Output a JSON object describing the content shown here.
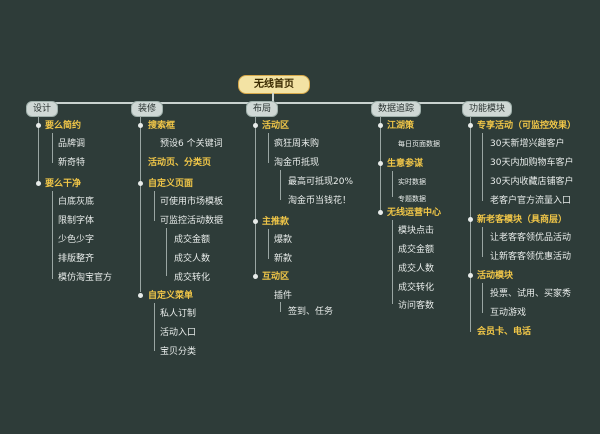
{
  "diagram": {
    "type": "mind-map",
    "root": "无线首页",
    "colors": {
      "background": "#2e3c39",
      "root_fill": "#f3e3a4",
      "section_text": "#f0c648",
      "item_text": "#e8ecea",
      "category_fill": "#cfd8d5"
    },
    "columns": [
      {
        "label": "设计",
        "sections": [
          {
            "label": "要么简约",
            "items": [
              "品牌调",
              "新奇特"
            ]
          },
          {
            "label": "要么干净",
            "items": [
              "白底灰底",
              "限制字体",
              "少色少字",
              "排版整齐",
              "模仿淘宝官方"
            ]
          }
        ]
      },
      {
        "label": "装修",
        "sections": [
          {
            "label": "搜索框",
            "items": [
              "预设6 个关键词"
            ]
          },
          {
            "label": "活动页、分类页",
            "items": []
          },
          {
            "label": "自定义页面",
            "items": [
              "可使用市场模板",
              "可监控活动数据"
            ],
            "sub_items": [
              "成交金额",
              "成交人数",
              "成交转化"
            ]
          },
          {
            "label": "自定义菜单",
            "items": [
              "私人订制",
              "活动入口",
              "宝贝分类"
            ]
          }
        ]
      },
      {
        "label": "布局",
        "sections": [
          {
            "label": "活动区",
            "items": [
              "疯狂周末购",
              "淘金币抵现"
            ],
            "sub_items": [
              "最高可抵现20%",
              "淘金币当钱花！"
            ]
          },
          {
            "label": "主推款",
            "items": [
              "爆款",
              "新款"
            ]
          },
          {
            "label": "互动区",
            "items": [
              "插件"
            ],
            "sub_items": [
              "签到、任务"
            ]
          }
        ]
      },
      {
        "label": "数据追踪",
        "sections": [
          {
            "label": "江湖策",
            "items": [
              "每日页面数据"
            ]
          },
          {
            "label": "生意参谋",
            "items": [
              "实时数据",
              "专题数据"
            ]
          },
          {
            "label": "无线运营中心",
            "items": [
              "模块点击",
              "成交金额",
              "成交人数",
              "成交转化",
              "访问客数"
            ]
          }
        ]
      },
      {
        "label": "功能模块",
        "sections": [
          {
            "label": "专享活动（可监控效果）",
            "items": [
              "30天新增兴趣客户",
              "30天内加购物车客户",
              "30天内收藏店铺客户",
              "老客户官方流量入口"
            ]
          },
          {
            "label": "新老客模块（具商层）",
            "items": [
              "让老客客领优品活动",
              "让新客客领优惠活动"
            ]
          },
          {
            "label": "活动模块",
            "items": [
              "投票、试用、买家秀",
              "互动游戏"
            ]
          },
          {
            "label": "会员卡、电话",
            "items": []
          }
        ]
      }
    ]
  }
}
